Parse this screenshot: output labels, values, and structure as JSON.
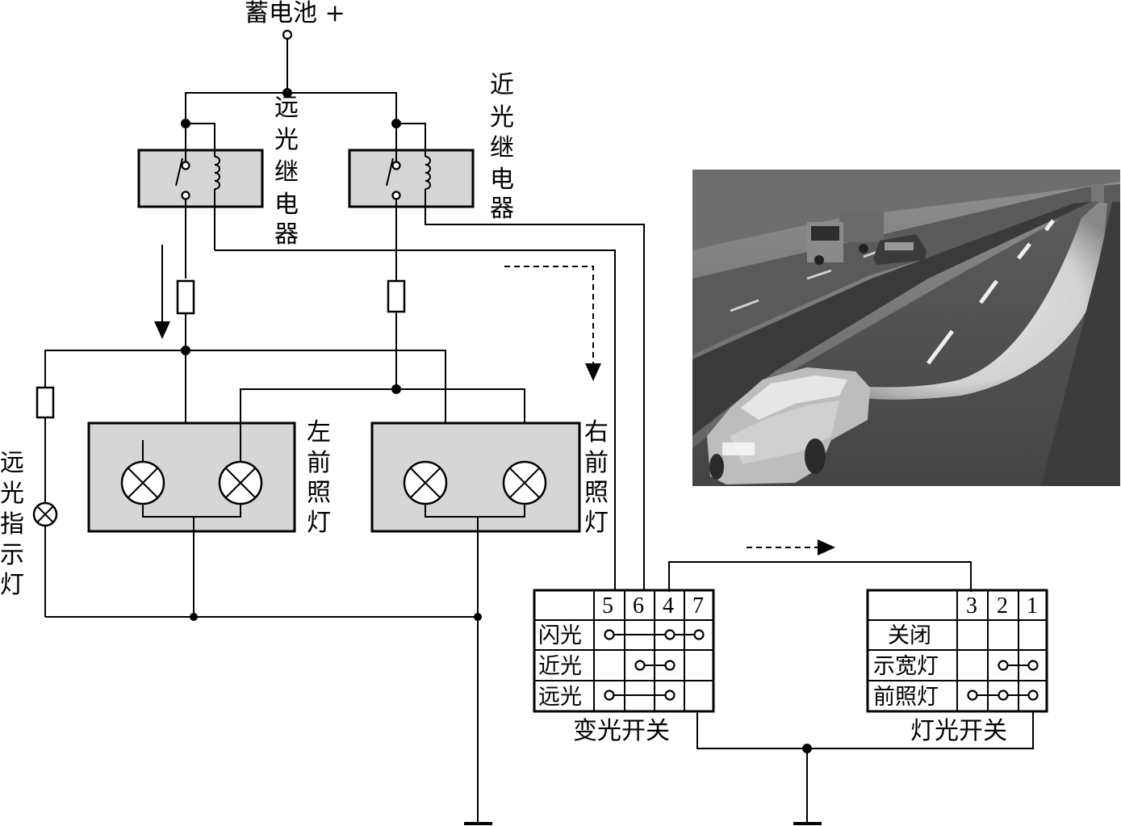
{
  "battery_label": "蓄电池 +",
  "relays": {
    "high_beam": [
      "远",
      "光",
      "继",
      "电",
      "器"
    ],
    "low_beam": [
      "近",
      "光",
      "继",
      "电",
      "器"
    ]
  },
  "headlamps": {
    "left": [
      "左",
      "前",
      "照",
      "灯"
    ],
    "right": [
      "右",
      "前",
      "照",
      "灯"
    ]
  },
  "indicator_label": [
    "远",
    "光",
    "指",
    "示",
    "灯"
  ],
  "dimmer_switch": {
    "title": "变光开关",
    "columns": [
      "5",
      "6",
      "4",
      "7"
    ],
    "rows": [
      "闪光",
      "近光",
      "远光"
    ]
  },
  "light_switch": {
    "title": "灯光开关",
    "columns": [
      "3",
      "2",
      "1"
    ],
    "rows": [
      "关闭",
      "示宽灯",
      "前照灯"
    ]
  },
  "photo": {
    "subject": "night-highway-headlight-illumination"
  },
  "colors": {
    "component_fill": "#d6d6d6",
    "line": "#000000"
  }
}
